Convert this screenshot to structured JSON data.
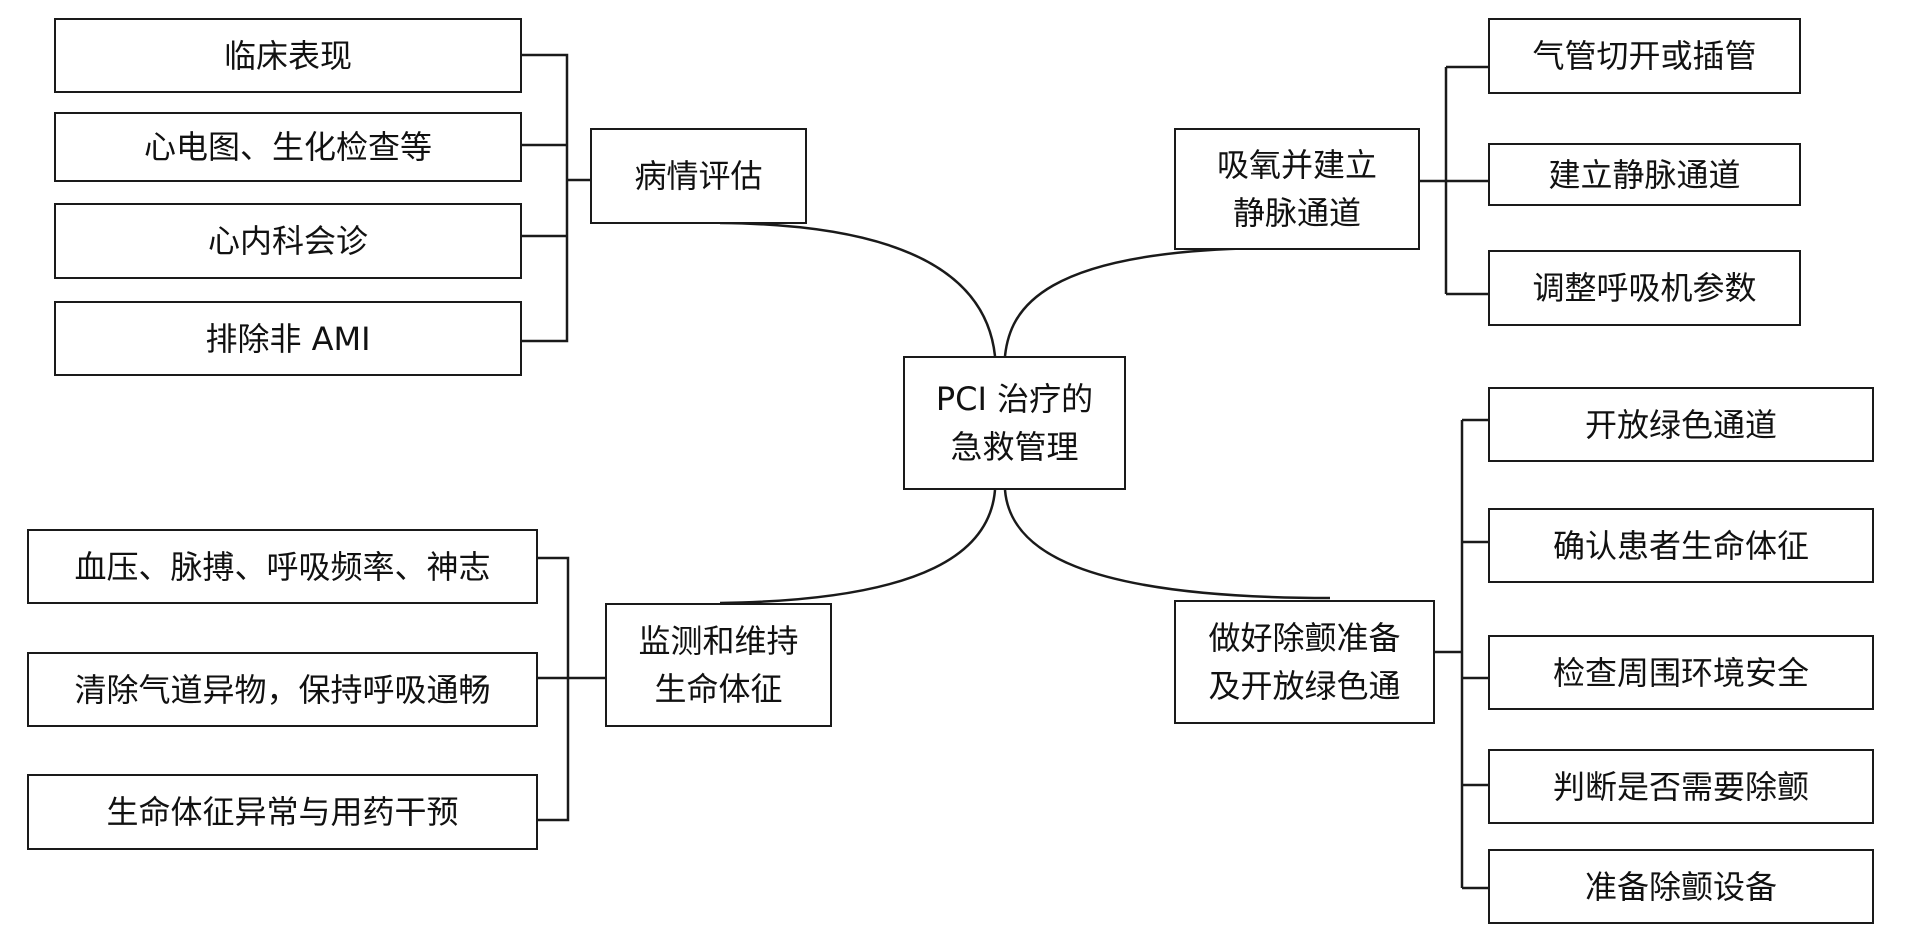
{
  "center": {
    "label": "PCI 治疗的\n急救管理"
  },
  "groups": {
    "assessment": {
      "label": "病情评估",
      "items": [
        "临床表现",
        "心电图、生化检查等",
        "心内科会诊",
        "排除非 AMI"
      ]
    },
    "oxygen": {
      "label": "吸氧并建立\n静脉通道",
      "items": [
        "气管切开或插管",
        "建立静脉通道",
        "调整呼吸机参数"
      ]
    },
    "monitoring": {
      "label": "监测和维持\n生命体征",
      "items": [
        "血压、脉搏、呼吸频率、神志",
        "清除气道异物，保持呼吸通畅",
        "生命体征异常与用药干预"
      ]
    },
    "defib": {
      "label": "做好除颤准备\n及开放绿色通",
      "items": [
        "开放绿色通道",
        "确认患者生命体征",
        "检查周围环境安全",
        "判断是否需要除颤",
        "准备除颤设备"
      ]
    }
  }
}
